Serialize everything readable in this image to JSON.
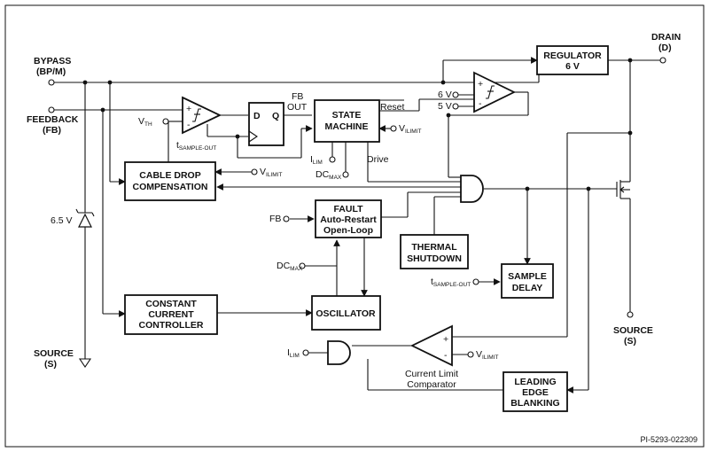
{
  "pins": {
    "bypass": "BYPASS",
    "bypass_sub": "(BP/M)",
    "feedback": "FEEDBACK",
    "feedback_sub": "(FB)",
    "drain": "DRAIN",
    "drain_sub": "(D)",
    "source_left": "SOURCE",
    "source_left_sub": "(S)",
    "source_right": "SOURCE",
    "source_right_sub": "(S)"
  },
  "blocks": {
    "regulator": [
      "REGULATOR",
      "6 V"
    ],
    "state_machine": [
      "STATE",
      "MACHINE"
    ],
    "cable_drop": [
      "CABLE DROP",
      "COMPENSATION"
    ],
    "fault": [
      "FAULT",
      "Auto-Restart",
      "Open-Loop"
    ],
    "thermal": [
      "THERMAL",
      "SHUTDOWN"
    ],
    "sample_delay": [
      "SAMPLE",
      "DELAY"
    ],
    "constant_current": [
      "CONSTANT",
      "CURRENT",
      "CONTROLLER"
    ],
    "oscillator": [
      "OSCILLATOR"
    ],
    "leading_edge": [
      "LEADING",
      "EDGE",
      "BLANKING"
    ]
  },
  "labels": {
    "fb_out": [
      "FB",
      "OUT"
    ],
    "reset": "Reset",
    "drive": "Drive",
    "vth": "V",
    "vth_sub": "TH",
    "tsample1": "t",
    "tsample1_sub": "SAMPLE-OUT",
    "tsample2": "t",
    "tsample2_sub": "SAMPLE-OUT",
    "vilimit1": "V",
    "vilimit1_sub": "ILIMIT",
    "vilimit2": "V",
    "vilimit2_sub": "ILIMIT",
    "vilimit3": "V",
    "vilimit3_sub": "ILIMIT",
    "ilim1": "I",
    "ilim1_sub": "LIM",
    "ilim2": "I",
    "ilim2_sub": "LIM",
    "dcmax1": "DC",
    "dcmax1_sub": "MAX",
    "dcmax2": "DC",
    "dcmax2_sub": "MAX",
    "fb_in": "FB",
    "zener": "6.5 V",
    "ref6": "6 V",
    "ref5": "5 V",
    "ff_d": "D",
    "ff_q": "Q",
    "comp_plus": "+",
    "comp_minus": "-",
    "comp_caption": [
      "Current Limit",
      "Comparator"
    ],
    "part_id": "PI-5293-022309"
  }
}
